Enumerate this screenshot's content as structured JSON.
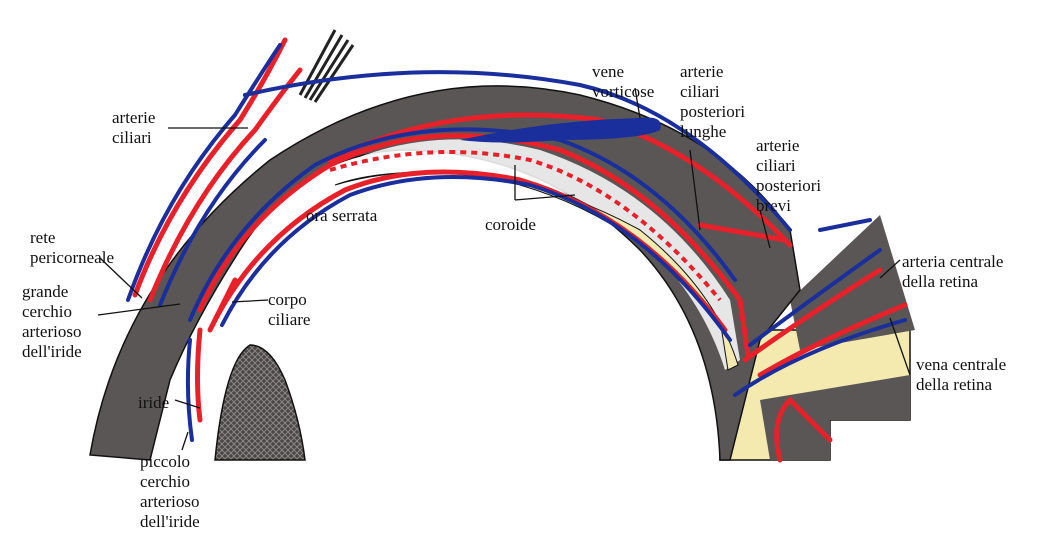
{
  "labels": {
    "arterie_ciliari": "arterie\nciliari",
    "rete_pericorneale": "rete\npericorneale",
    "grande_cerchio": "grande\ncerchio\narterioso\ndell'iride",
    "iride": "iride",
    "piccolo_cerchio": "piccolo\ncerchio\narterioso\ndell'iride",
    "ora_serrata": "ora serrata",
    "corpo_ciliare": "corpo\nciliare",
    "vene_vorticose": "vene\nvorticose",
    "arterie_posteriori_lunghe": "arterie\nciliari\nposteriori\nlunghe",
    "arterie_posteriori_brevi": "arterie\nciliari\nposteriori\nbrevi",
    "coroide": "coroide",
    "arteria_centrale": "arteria centrale\ndella retina",
    "vena_centrale": "vena centrale\ndella retina"
  },
  "colors": {
    "artery": "#e8202a",
    "vein": "#1a2e9c",
    "sclera": "#5a5656",
    "retina": "#f4eab0",
    "line": "#111111"
  }
}
